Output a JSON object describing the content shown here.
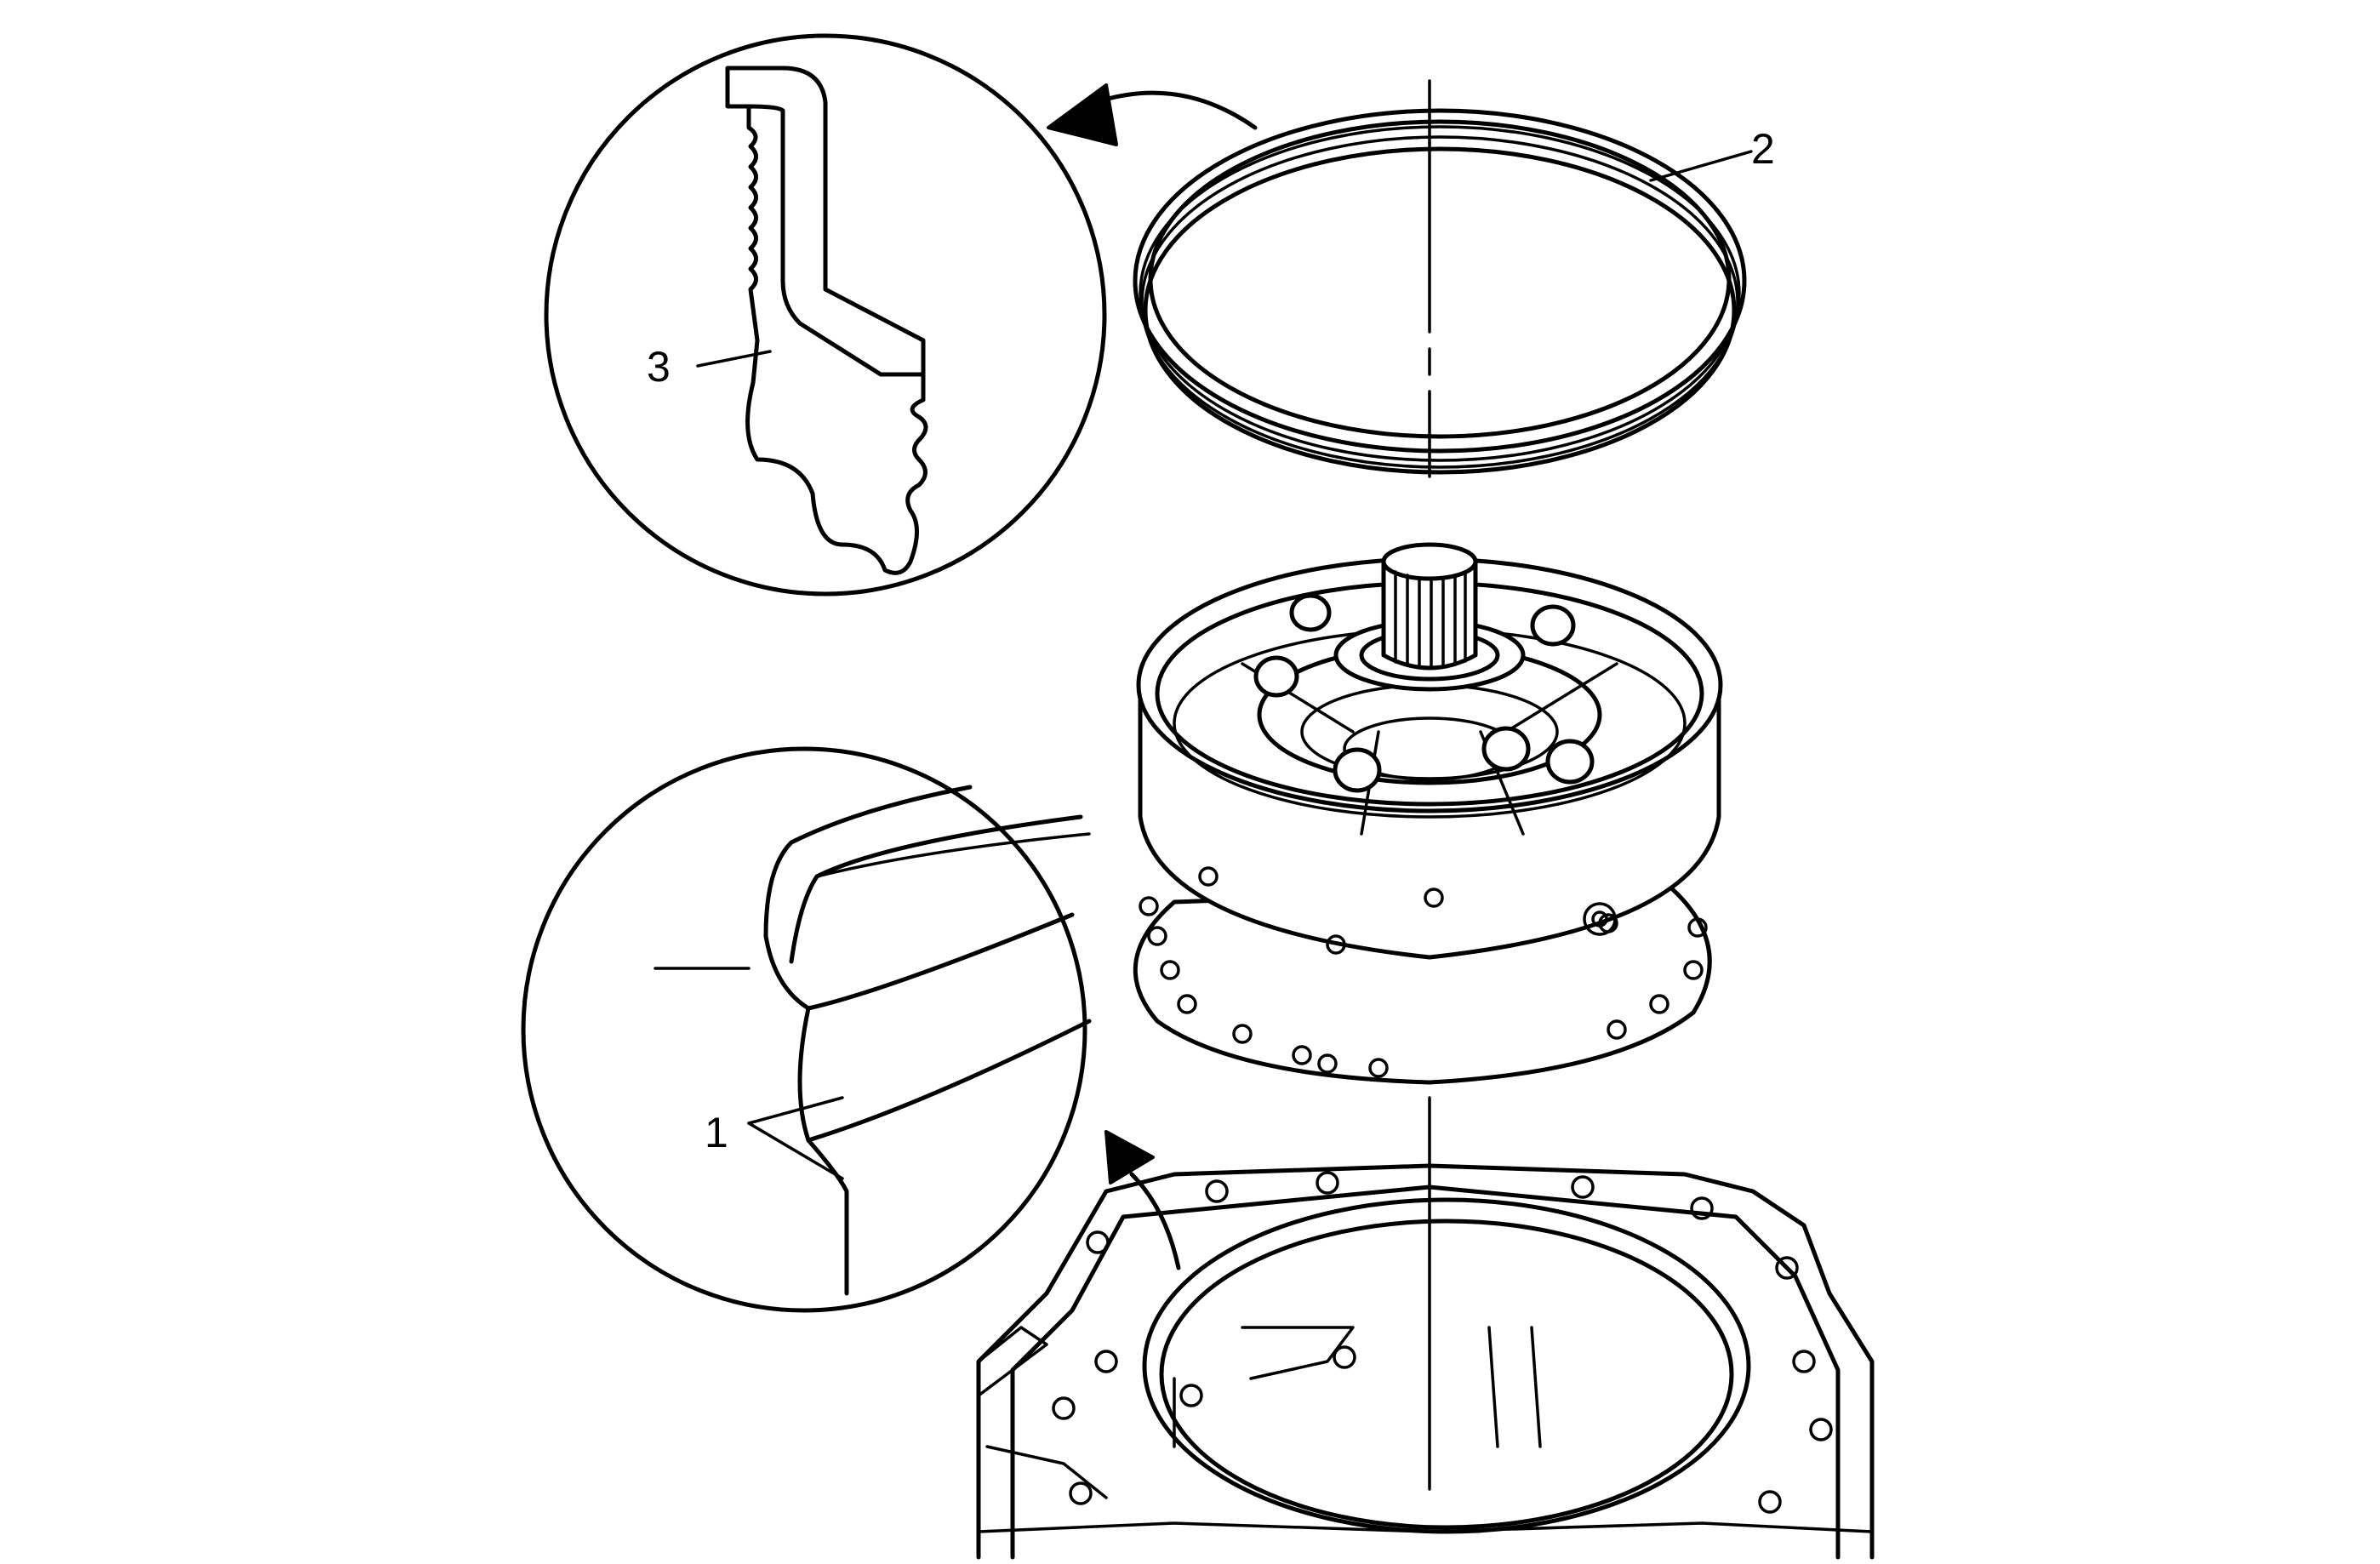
{
  "callouts": {
    "c1": "1",
    "c2": "2",
    "c3": "3"
  },
  "parts": [
    {
      "id": "seal-lip",
      "callout": "1"
    },
    {
      "id": "pump-seal-ring",
      "callout": "2"
    },
    {
      "id": "seal-profile",
      "callout": "3"
    }
  ]
}
